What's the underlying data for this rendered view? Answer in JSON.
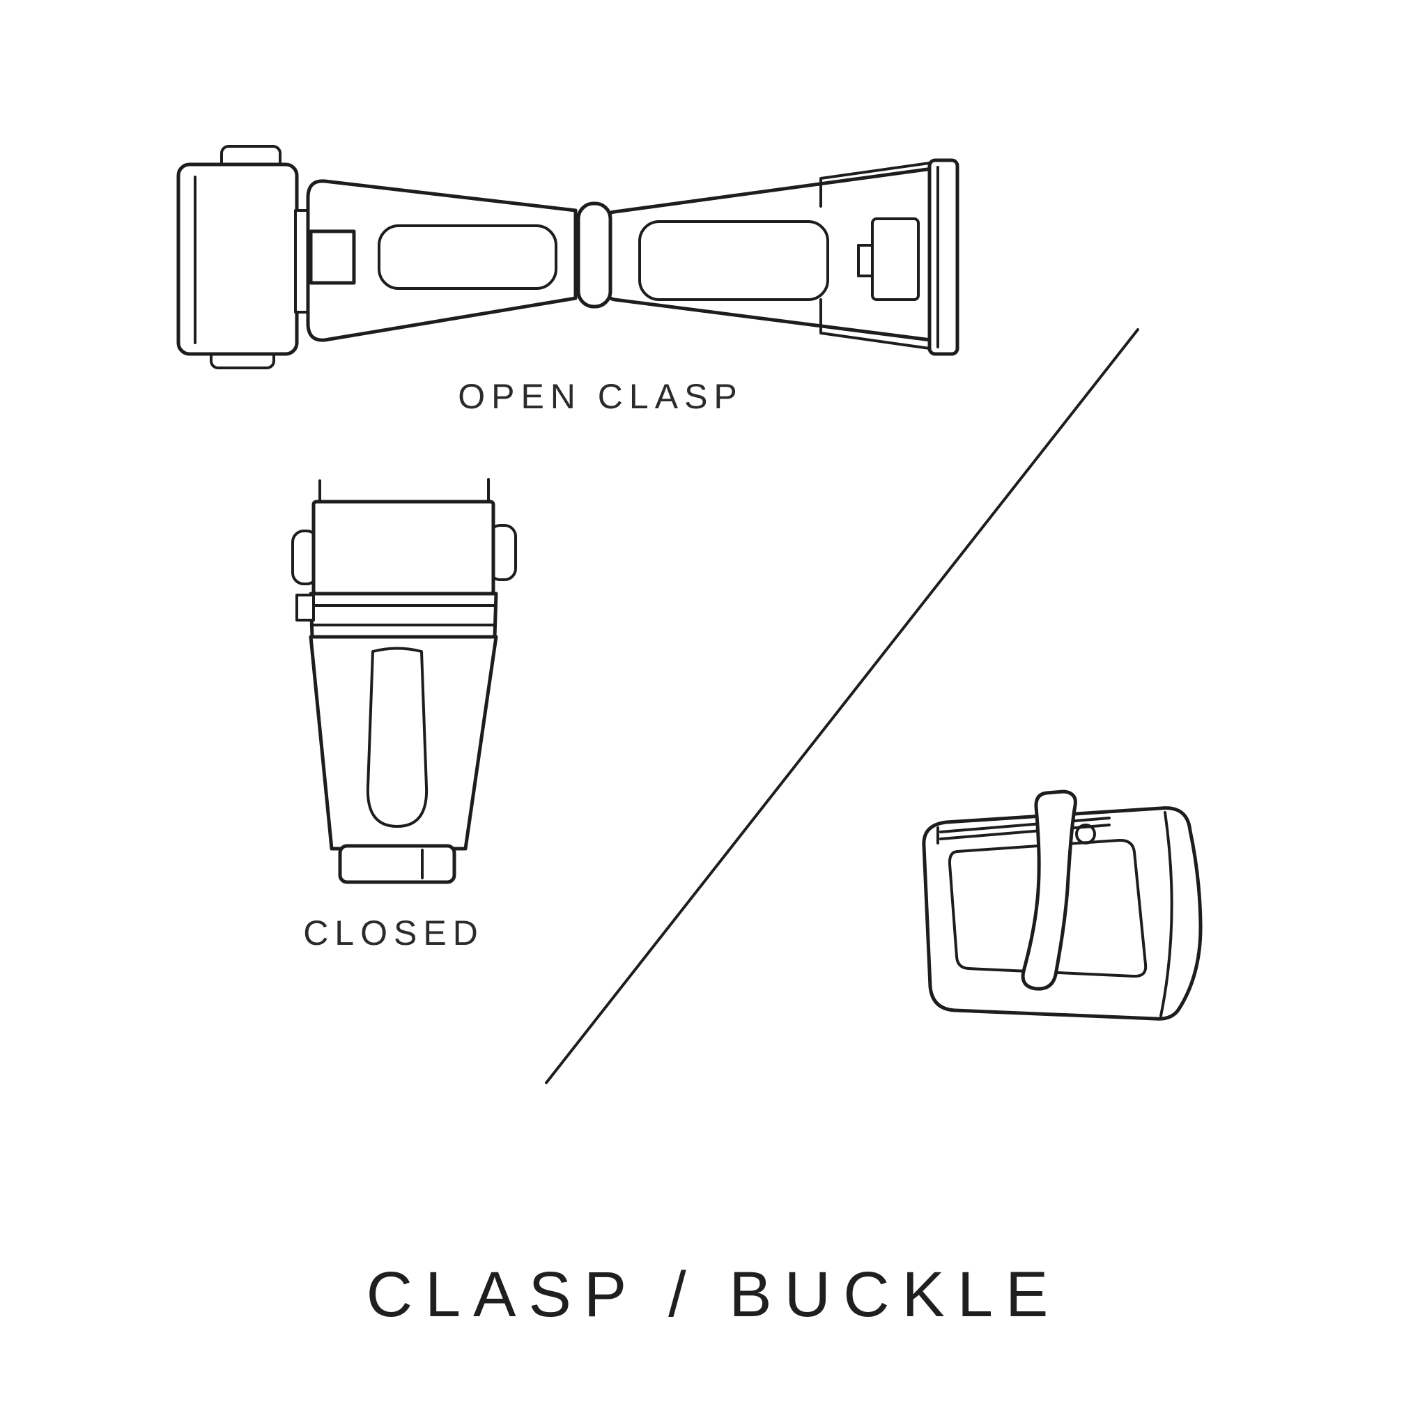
{
  "page": {
    "background": "#ffffff"
  },
  "title": {
    "text": "CLASP / BUCKLE"
  },
  "figures": {
    "open_clasp": {
      "label": "OPEN CLASP"
    },
    "closed_clasp": {
      "label": "CLOSED"
    },
    "buckle": {
      "label": ""
    }
  },
  "colors": {
    "line": "#1d1d1d",
    "text": "#2b2b2b",
    "title_text": "#1f1f1f",
    "background": "#ffffff"
  }
}
